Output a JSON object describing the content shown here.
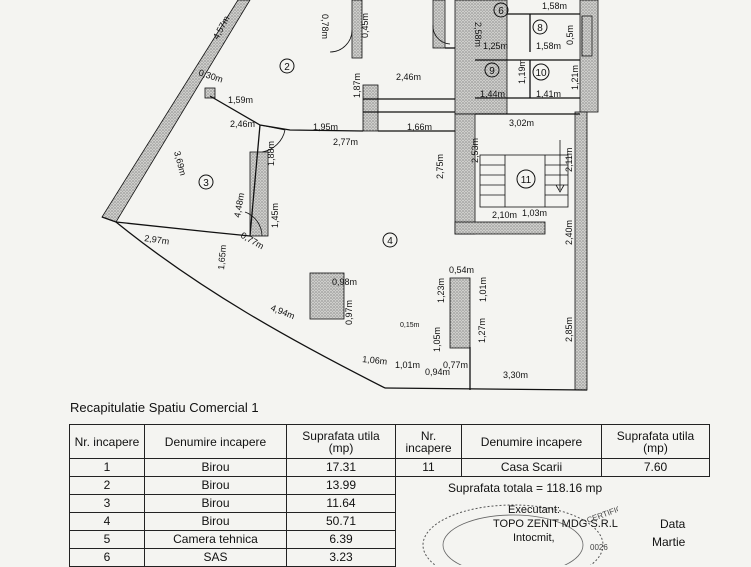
{
  "rooms": [
    "2",
    "3",
    "4",
    "6",
    "8",
    "9",
    "10",
    "11"
  ],
  "dims": [
    "4,57m",
    "0,78m",
    "0,45m",
    "2,58m",
    "1,58m",
    "0,5m",
    "1,25m",
    "1,58m",
    "0,30m",
    "1,59m",
    "2,46m",
    "1,87m",
    "2,46m",
    "1,44m",
    "1,41m",
    "1,19m",
    "1,21m",
    "1,95m",
    "1,66m",
    "3,02m",
    "2,77m",
    "1,88m",
    "2,53m",
    "2,11m",
    "2,75m",
    "3,69m",
    "4,48m",
    "1,45m",
    "2,10m",
    "1,03m",
    "2,97m",
    "1,65m",
    "0,77m",
    "2,40m",
    "0,54m",
    "0,98m",
    "1,23m",
    "1,01m",
    "4,94m",
    "0,97m",
    "0,15m",
    "1,05m",
    "1,27m",
    "2,85m",
    "1,06m",
    "1,01m",
    "0,94m",
    "0,77m",
    "3,30m"
  ],
  "summary_title": "Recapitulatie Spatiu Comercial 1",
  "table": {
    "h_nr": "Nr. incapere",
    "h_den": "Denumire incapere",
    "h_sup": "Suprafata utila (mp)",
    "rows": [
      {
        "nr": "1",
        "den": "Birou",
        "sup": "17.31"
      },
      {
        "nr": "2",
        "den": "Birou",
        "sup": "13.99"
      },
      {
        "nr": "3",
        "den": "Birou",
        "sup": "11.64"
      },
      {
        "nr": "4",
        "den": "Birou",
        "sup": "50.71"
      },
      {
        "nr": "5",
        "den": "Camera tehnica",
        "sup": "6.39"
      },
      {
        "nr": "6",
        "den": "SAS",
        "sup": "3.23"
      }
    ],
    "right_row": {
      "nr": "11",
      "den": "Casa Scarii",
      "sup": "7.60"
    },
    "total": "Suprafata totala = 118.16 mp",
    "executant": "Executant:",
    "company": "TOPO ZENIT MDG S.R.L",
    "intocmit": "Intocmit,",
    "data_label": "Data",
    "month": "Martie",
    "stamp_text": "CERTIFICAT DE AUTORIZARE",
    "stamp_num": "0026"
  },
  "colors": {
    "ink": "#111111",
    "hatch": "#888888",
    "paper": "#f4f4f1"
  }
}
